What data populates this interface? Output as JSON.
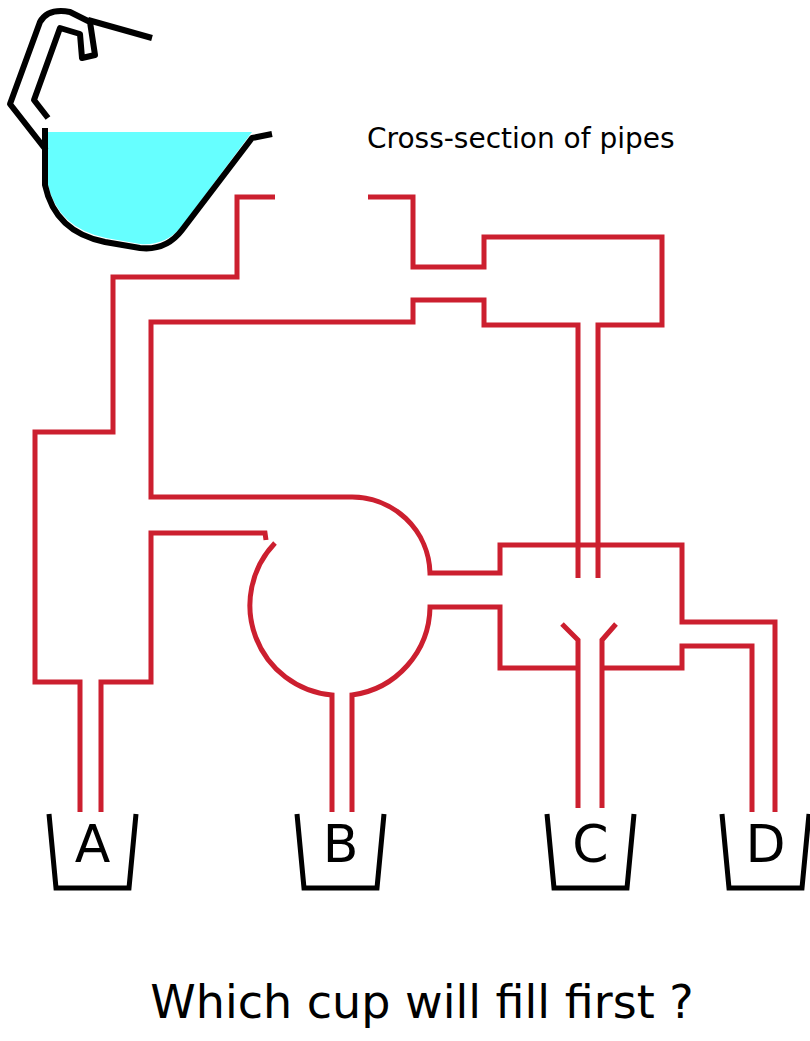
{
  "diagram": {
    "caption": "Which cup will fill first ?",
    "nodes": [
      {
        "text": [
          "A"
        ]
      },
      {
        "text": [
          "B"
        ]
      },
      {
        "text": [
          "C"
        ]
      },
      {
        "text": [
          "D"
        ]
      }
    ],
    "labels": [
      "Cross-section of pipes"
    ]
  }
}
